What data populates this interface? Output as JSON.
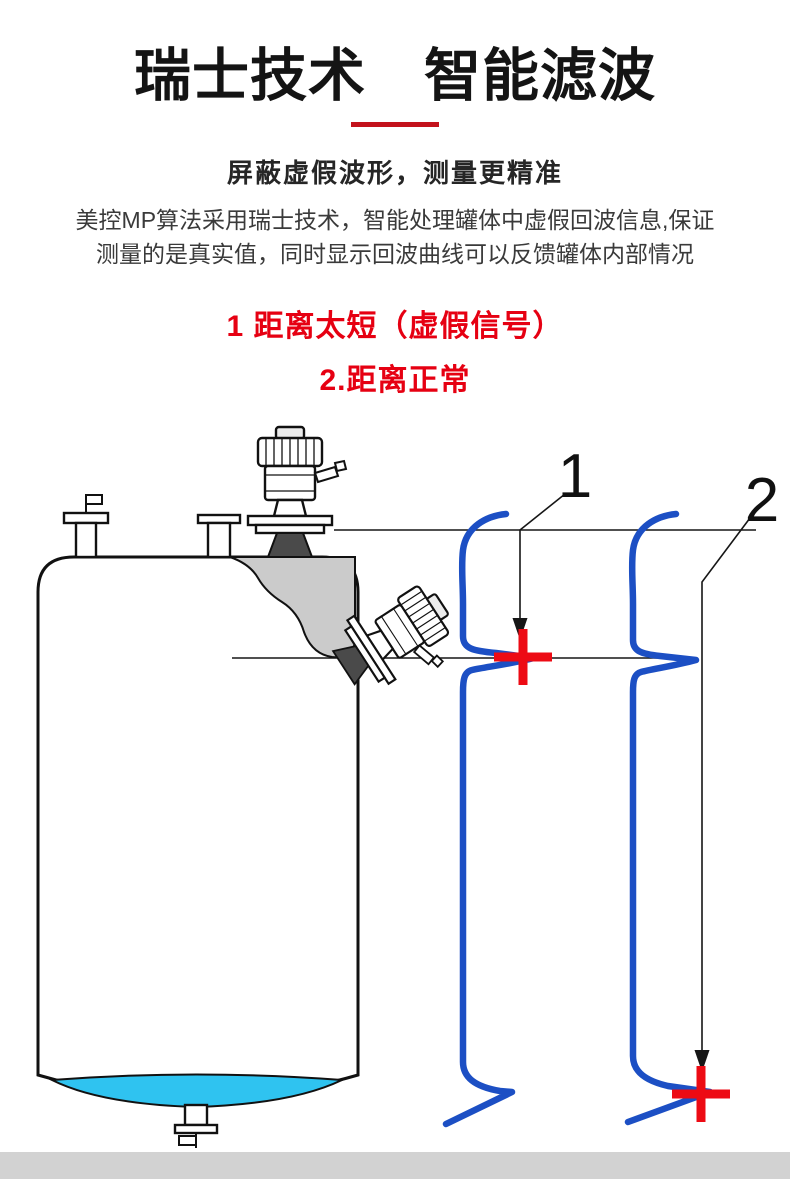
{
  "header": {
    "title": "瑞士技术　智能滤波",
    "subtitle": "屏蔽虚假波形，测量更精准",
    "body_line1": "美控MP算法采用瑞士技术，智能处理罐体中虚假回波信息,保证",
    "body_line2": "测量的是真实值，同时显示回波曲线可以反馈罐体内部情况"
  },
  "notes": {
    "item1": "1 距离太短（虚假信号）",
    "item2": "2.距离正常"
  },
  "diagram": {
    "label1": "1",
    "label2": "2"
  },
  "colors": {
    "accent_red": "#e60012",
    "underline_red": "#c3121c",
    "echo_curve_blue": "#1c4fc4",
    "liquid_cyan": "#2fc3f0",
    "bottom_bar_gray": "#d2d2d2"
  }
}
